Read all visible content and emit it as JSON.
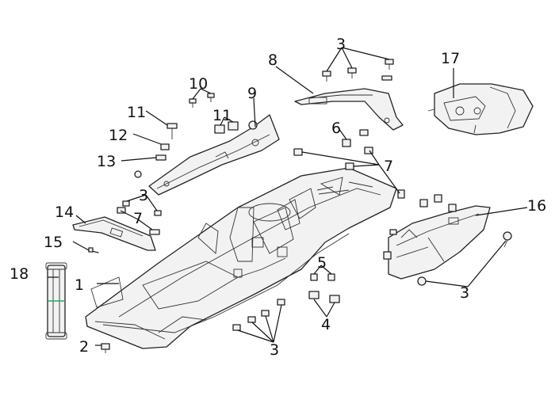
{
  "diagram": {
    "callouts": {
      "c1": "1",
      "c2": "2",
      "c3a": "3",
      "c3b": "3",
      "c3c": "3",
      "c3d": "3",
      "c4": "4",
      "c5": "5",
      "c6": "6",
      "c7a": "7",
      "c7b": "7",
      "c8": "8",
      "c9": "9",
      "c10": "10",
      "c11a": "11",
      "c11b": "11",
      "c12": "12",
      "c13": "13",
      "c14": "14",
      "c15": "15",
      "c16": "16",
      "c17": "17",
      "c18": "18"
    },
    "colors": {
      "line": "#222222",
      "strap_band": "#22aa66"
    }
  }
}
